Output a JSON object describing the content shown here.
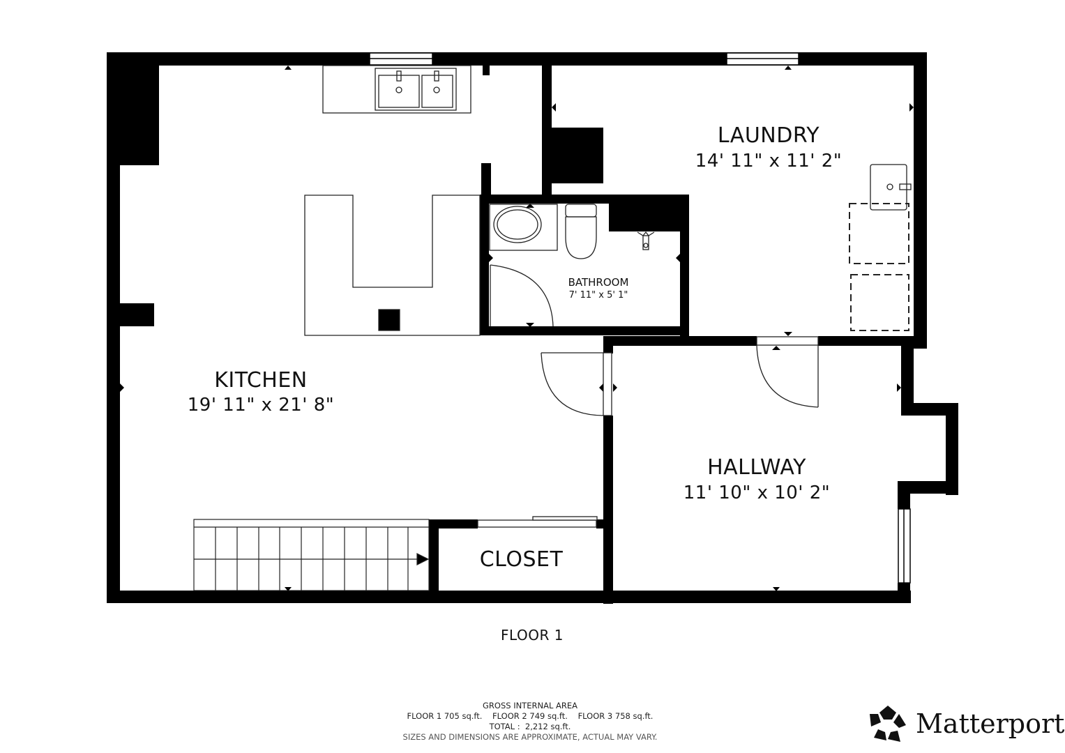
{
  "rooms": {
    "kitchen": {
      "name": "KITCHEN",
      "dim": "19' 11\" x 21' 8\""
    },
    "laundry": {
      "name": "LAUNDRY",
      "dim": "14' 11\" x 11' 2\""
    },
    "bathroom": {
      "name": "BATHROOM",
      "dim": "7' 11\" x 5' 1\""
    },
    "hallway": {
      "name": "HALLWAY",
      "dim": "11' 10\" x 10' 2\""
    },
    "closet": {
      "name": "CLOSET"
    }
  },
  "floor_label": "FLOOR 1",
  "area": {
    "title": "GROSS INTERNAL AREA",
    "floors": "FLOOR 1 705 sq.ft.    FLOOR 2 749 sq.ft.    FLOOR 3 758 sq.ft.",
    "total": "TOTAL :  2,212 sq.ft.",
    "disclaimer": "SIZES AND DIMENSIONS ARE APPROXIMATE, ACTUAL MAY VARY."
  },
  "brand": {
    "name": "Matterport",
    "mark": "®",
    "icon": "matterport-logo-icon"
  },
  "colors": {
    "wall": "#000000",
    "background": "#ffffff",
    "fixture_line": "#222222"
  }
}
